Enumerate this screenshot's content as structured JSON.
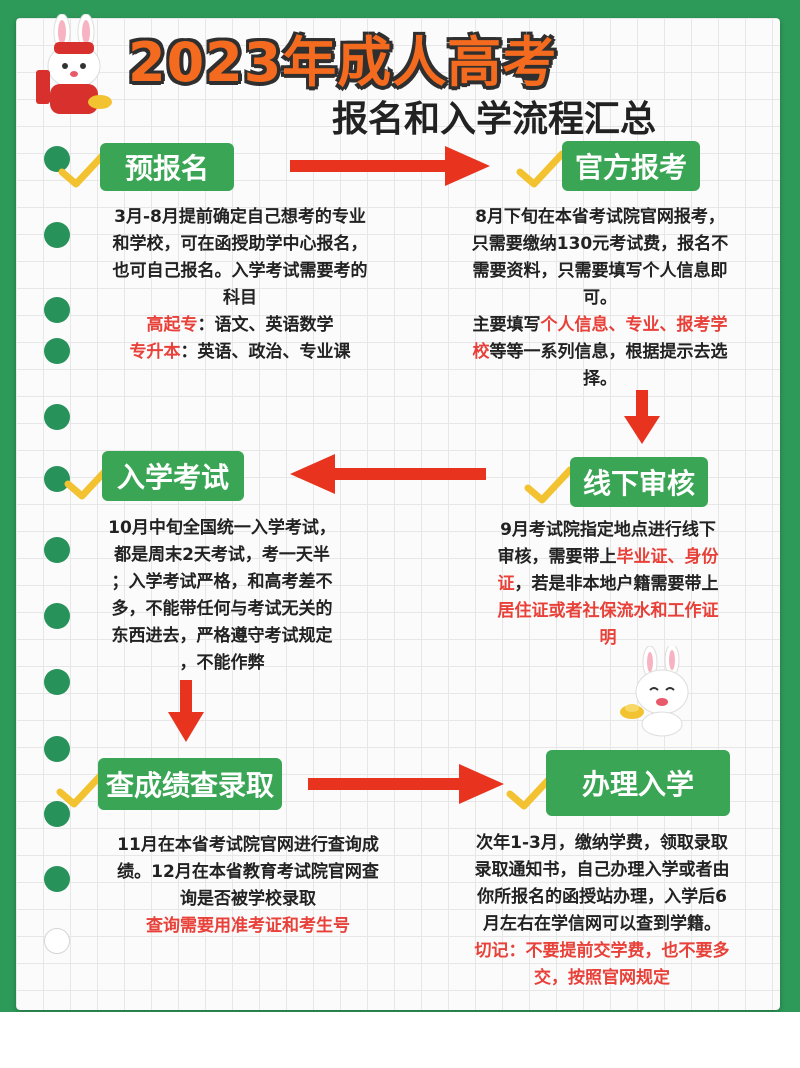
{
  "title": "2023年成人高考",
  "subtitle": "报名和入学流程汇总",
  "colors": {
    "accent_green": "#3aa655",
    "arrow_red": "#e8341f",
    "title_orange": "#f46b1f",
    "highlight_red": "#e8413a"
  },
  "steps": [
    {
      "label": "预报名",
      "lines": [
        "3月-8月提前确定自己想考的专业",
        "和学校，可在函授助学中心报名，",
        "也可自己报名。入学考试需要考的",
        "科目"
      ],
      "items": [
        {
          "key": "高起专",
          "value": "：语文、英语数学"
        },
        {
          "key": "专升本",
          "value": "：英语、政治、专业课"
        }
      ]
    },
    {
      "label": "官方报考",
      "lines": [
        "8月下旬在本省考试院官网报考，",
        "只需要缴纳130元考试费，报名不",
        "需要资料，只需要填写个人信息即",
        "可。"
      ],
      "line5_pre": "主要填写",
      "line5_red": "个人信息、专业、报考学",
      "line6_red": "校",
      "line6_post": "等等一系列信息，根据提示去选",
      "line7": "择。"
    },
    {
      "label": "线下审核",
      "line1": "9月考试院指定地点进行线下",
      "line2_pre": "审核，需要带上",
      "line2_red": "毕业证、身份",
      "line3_red": "证",
      "line3_post": "，若是非本地户籍需要带上",
      "line4_red": "居住证或者社保流水和工作证",
      "line5_red": "明"
    },
    {
      "label": "入学考试",
      "lines": [
        "10月中旬全国统一入学考试，",
        "都是周末2天考试，考一天半",
        "；入学考试严格，和高考差不",
        "多，不能带任何与考试无关的",
        "东西进去，严格遵守考试规定",
        "，不能作弊"
      ]
    },
    {
      "label": "查成绩查录取",
      "lines": [
        "11月在本省考试院官网进行查询成",
        "绩。12月在本省教育考试院官网查",
        "询是否被学校录取"
      ],
      "note_red": "查询需要用准考证和考生号"
    },
    {
      "label": "办理入学",
      "lines": [
        "次年1-3月，缴纳学费，领取录取",
        "录取通知书，自己办理入学或者由",
        "你所报名的函授站办理，入学后6",
        "月左右在学信网可以查到学籍。"
      ],
      "warn_red_1": "切记：不要提前交学费，也不要多",
      "warn_red_2": "交，按照官网规定"
    }
  ]
}
